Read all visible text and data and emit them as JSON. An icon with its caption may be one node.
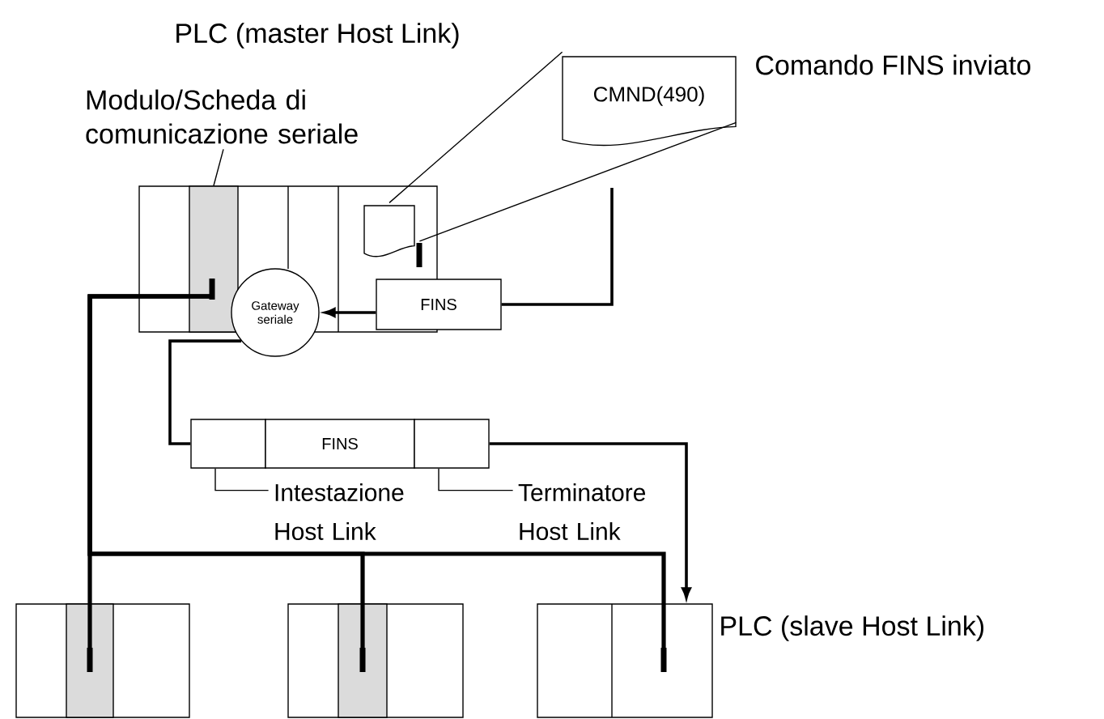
{
  "diagram": {
    "nodes": [
      {
        "text": [],
        "shape": "box"
      },
      {
        "text": [],
        "shape": "box",
        "in": 0
      },
      {
        "text": [],
        "shape": "document",
        "in": 0
      },
      {
        "text": [
          "Gateway seriale"
        ]
      },
      {
        "text": [
          "FINS"
        ]
      },
      {
        "text": [
          "CMND(490)"
        ],
        "beside": [
          "Comando FINS inviato"
        ]
      },
      {
        "text": [
          "Modulo/Scheda di comunicazione seriale"
        ]
      },
      {
        "text": [],
        "shape": "box"
      },
      {
        "text": [
          "FINS"
        ]
      },
      {
        "text": [],
        "shape": "box"
      },
      {
        "text": [
          "Intestazione Host Link"
        ]
      },
      {
        "text": [
          "Terminatore Host Link"
        ]
      },
      {
        "text": [],
        "shape": "box"
      },
      {
        "text": [],
        "shape": "box",
        "in": 12
      },
      {
        "text": [],
        "shape": "box"
      },
      {
        "text": [],
        "shape": "box",
        "in": 14
      },
      {
        "text": [],
        "shape": "box",
        "beside": [
          "PLC (slave Host Link)"
        ]
      }
    ],
    "edges": [
      {
        "from": 6,
        "to": 1,
        "arrow": "none"
      },
      {
        "from": 2,
        "to": 5,
        "arrow": "none"
      },
      {
        "from": 2,
        "to": 5,
        "arrow": "none"
      },
      {
        "from": null,
        "to": 4,
        "arrow": "none"
      },
      {
        "from": 4,
        "to": 3,
        "arrow": "to"
      },
      {
        "from": 3,
        "to": 7,
        "arrow": "none"
      },
      {
        "from": 9,
        "to": 16,
        "arrow": "to"
      },
      {
        "from": 10,
        "to": 7,
        "arrow": "none"
      },
      {
        "from": 11,
        "to": 9,
        "arrow": "none"
      },
      {
        "from": 1,
        "to": 13,
        "arrow": "none"
      },
      {
        "from": 1,
        "to": 15,
        "arrow": "none"
      },
      {
        "from": 1,
        "to": 16,
        "arrow": "none"
      }
    ],
    "labels": [
      "PLC (master Host Link)"
    ]
  }
}
